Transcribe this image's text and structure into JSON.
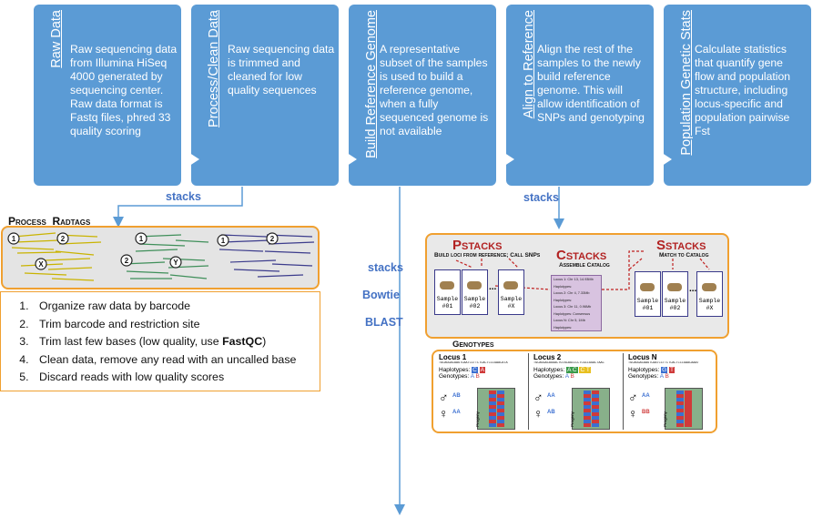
{
  "stages": [
    {
      "title": "Raw Data",
      "text": "Raw sequencing data from Illumina HiSeq 4000 generated by sequencing center. Raw data format is Fastq files, phred 33 quality scoring"
    },
    {
      "title": "Process/Clean Data",
      "text": "Raw sequencing data is trimmed  and cleaned for low quality sequences"
    },
    {
      "title": "Build Reference Genome",
      "text": "A representative subset of the samples is used to build a reference genome, when a fully sequenced genome is not available"
    },
    {
      "title": "Align to Reference",
      "text": "Align the rest of the samples to the newly build reference genome. This will allow identification of SNPs and genotyping"
    },
    {
      "title": "Population Genetic Stats",
      "text": "Calculate statistics that quantify gene flow and population structure, including locus-specific and population pairwise Fst"
    }
  ],
  "tools": {
    "process_tool": "stacks",
    "align_tool": "stacks",
    "build_tools": [
      "stacks",
      "Bowtie",
      "BLAST"
    ]
  },
  "process_radtags": {
    "title": "Process_Radtags",
    "read_markers": [
      "1",
      "2",
      "X",
      "1",
      "2",
      "Y",
      "1",
      "2"
    ],
    "steps": [
      "Organize raw data by barcode",
      "Trim barcode and restriction site",
      "Trim last few bases (low quality, use ",
      "Clean data, remove any read with an uncalled base",
      "Discard reads with low quality scores"
    ],
    "step3_bold": "FastQC",
    "step3_end": ")"
  },
  "stacks_panel": {
    "pstacks_title": "Pstacks",
    "pstacks_sub": "Build loci from reference; Call SNPs",
    "cstacks_title": "Cstacks",
    "cstacks_sub": "Assemble Catalog",
    "sstacks_title": "Sstacks",
    "sstacks_sub": "Match to Catalog",
    "samples_left": [
      "Sample #01",
      "Sample #02",
      "Sample #X"
    ],
    "samples_right": [
      "Sample #01",
      "Sample #02",
      "Sample #X"
    ],
    "ellipsis": "...",
    "catalog_rows": [
      "Locus 1: Chr 13, 14.93Mb",
      "Haplotypes:",
      "Locus 2: Chr 4, 7.33Mb",
      "Haplotypes:",
      "Locus 3: Chr 11, 0.96Mb",
      "Haplotypes: Consensus",
      "Locus N: Chr 5, 1Mb",
      "Haplotypes:"
    ]
  },
  "genotypes": {
    "title": "Genotypes",
    "loci": [
      {
        "name": "Locus 1",
        "seq": "TGCAGGACAAGTCAATCCTTCTCACTCCCGAACATA",
        "hap_label": "Haplotypes:",
        "haps": [
          "C",
          "A"
        ],
        "gen_label": "Genotypes:",
        "gens": [
          "A",
          "B"
        ],
        "male": "AB",
        "female": "AA",
        "progeny": "Progeny"
      },
      {
        "name": "Locus 2",
        "seq": "TGCAGGACAGGACTGTACAGCCCCTCGCCGGACTAAC",
        "hap_label": "Haplotypes:",
        "haps": [
          "A C",
          "C T"
        ],
        "gen_label": "Genotypes:",
        "gens": [
          "A",
          "B"
        ],
        "male": "AA",
        "female": "AB",
        "progeny": "Progeny"
      },
      {
        "name": "Locus N",
        "seq": "TGCAGGACAAGTCAATCCTTCTCACTCCCGAACAAAT",
        "hap_label": "Haplotypes:",
        "haps": [
          "G",
          "T"
        ],
        "gen_label": "Genotypes:",
        "gens": [
          "A",
          "B"
        ],
        "male": "AA",
        "female": "BB",
        "progeny": "Progeny"
      }
    ]
  },
  "colors": {
    "stage_blue": "#5b9bd5",
    "tool_blue": "#4472c4",
    "orange": "#f0a030",
    "stacks_red": "#b22222"
  }
}
